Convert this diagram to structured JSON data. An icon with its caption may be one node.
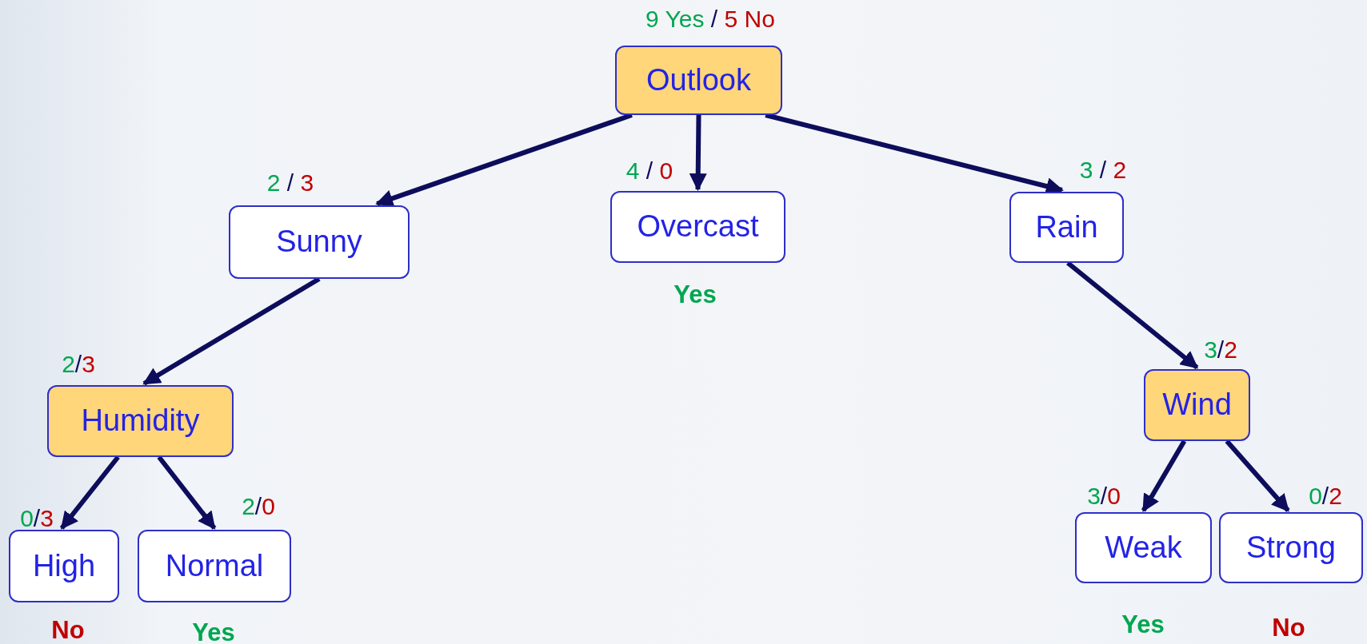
{
  "diagram": {
    "nodes": [
      {
        "text": [
          "Outlook"
        ],
        "beside": [
          "9 Yes / 5 No"
        ]
      },
      {
        "text": [
          "Sunny"
        ],
        "beside": [
          "2 / 3"
        ]
      },
      {
        "text": [
          "Overcast"
        ],
        "beside": [
          "4 / 0",
          "Yes"
        ]
      },
      {
        "text": [
          "Rain"
        ],
        "beside": [
          "3 / 2"
        ]
      },
      {
        "text": [
          "Humidity"
        ],
        "beside": [
          "2/3"
        ]
      },
      {
        "text": [
          "High"
        ],
        "beside": [
          "0/3",
          "No"
        ]
      },
      {
        "text": [
          "Normal"
        ],
        "beside": [
          "2/0",
          "Yes"
        ]
      },
      {
        "text": [
          "Wind"
        ],
        "beside": [
          "3/2"
        ]
      },
      {
        "text": [
          "Weak"
        ],
        "beside": [
          "3/0",
          "Yes"
        ]
      },
      {
        "text": [
          "Strong"
        ],
        "beside": [
          "0/2",
          "No"
        ]
      }
    ],
    "edges": [
      {
        "from": 0,
        "to": 1,
        "arrow": "to"
      },
      {
        "from": 0,
        "to": 2,
        "arrow": "to"
      },
      {
        "from": 0,
        "to": 3,
        "arrow": "to"
      },
      {
        "from": 1,
        "to": 4,
        "arrow": "to"
      },
      {
        "from": 3,
        "to": 7,
        "arrow": "to"
      },
      {
        "from": 4,
        "to": 5,
        "arrow": "to"
      },
      {
        "from": 4,
        "to": 6,
        "arrow": "to"
      },
      {
        "from": 7,
        "to": 8,
        "arrow": "to"
      },
      {
        "from": 7,
        "to": 9,
        "arrow": "to"
      }
    ]
  }
}
